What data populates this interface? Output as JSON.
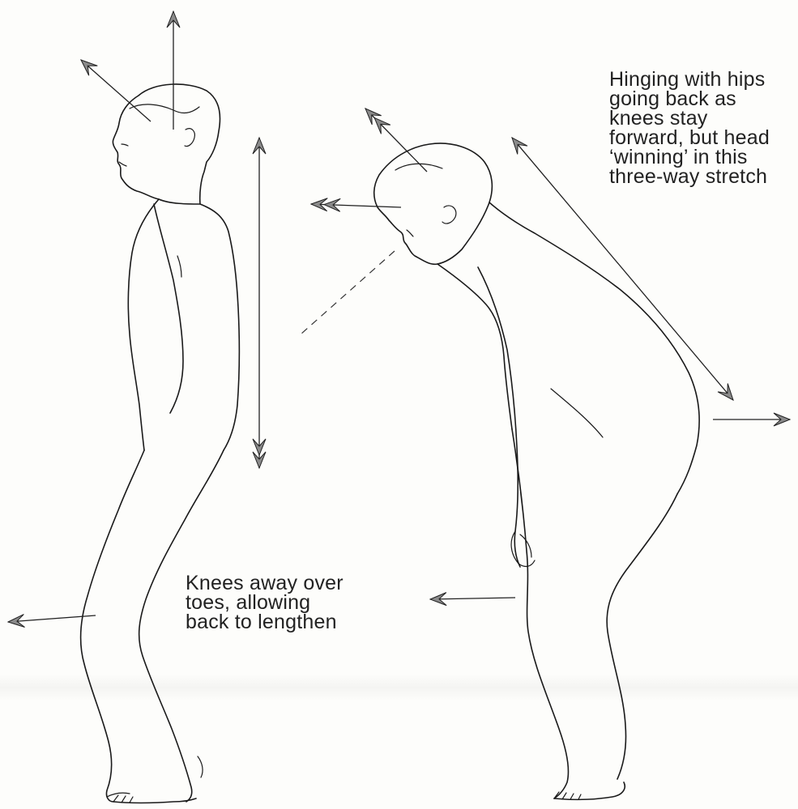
{
  "captions": {
    "hinging": [
      "Hinging with hips",
      "going back as",
      "knees stay",
      "forward, but head",
      "‘winning’ in this",
      "three-way stretch"
    ],
    "knees": [
      "Knees away over",
      "toes, allowing",
      "back to lengthen"
    ]
  },
  "colors": {
    "ink": "#1a1a1a",
    "arrowhead_fill": "#8a8a8a",
    "paper": "#fdfdfb"
  }
}
